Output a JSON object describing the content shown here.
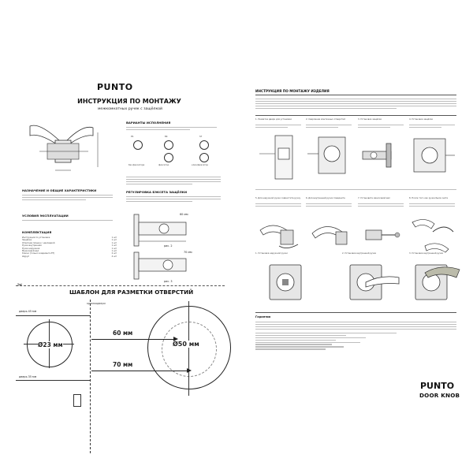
{
  "left": {
    "brand": "PUNTO",
    "title": "ИНСТРУКЦИЯ ПО МОНТАЖУ",
    "subtitle": "межкомнатных ручек с защёлкой",
    "variants_head": "ВАРИАНТЫ ИСПОЛНЕНИЯ",
    "variant_labels": [
      "PS",
      "BK",
      "ST"
    ],
    "variant_captions": [
      "без фиксатора",
      "фиксатор",
      "ключ/фиксатор"
    ],
    "purpose_head": "НАЗНАЧЕНИЕ И ОБЩИЕ ХАРАКТЕРИСТИКИ",
    "usage_head": "УСЛОВИЯ ЭКСПЛУАТАЦИИ",
    "kit_head": "КОМПЛЕКТАЦИЯ",
    "kit_items": [
      {
        "name": "Инструкция по установке",
        "qty": "1 шт"
      },
      {
        "name": "Защёлка",
        "qty": "1 шт"
      },
      {
        "name": "Ответная планка с накладкой",
        "qty": "1 шт"
      },
      {
        "name": "Ручка внутренняя",
        "qty": "1 шт"
      },
      {
        "name": "Ручка наружная",
        "qty": "1 шт"
      },
      {
        "name": "Межосевой вал",
        "qty": "1 шт"
      },
      {
        "name": "Ключи (только в варианте ET)",
        "qty": "2 шт"
      },
      {
        "name": "Шуруп",
        "qty": "4 шт"
      }
    ],
    "latch_head": "РЕГУЛИРОВКА БЭКСЕТА ЗАЩЁЛКИ",
    "dim_60": "60 мм",
    "dim_70": "70 мм",
    "fig2": "рис. 2",
    "fig3": "рис. 3",
    "template_title": "ШАБЛОН ДЛЯ РАЗМЕТКИ ОТВЕРСТИЙ",
    "edge_label": "кромкадвери",
    "door45": "дверь 45 мм",
    "door35": "дверь 35 мм",
    "d23": "Ø23 мм",
    "d50": "Ø50 мм",
    "t60": "60 мм",
    "t70": "70 мм"
  },
  "right": {
    "header": "ИНСТРУКЦИЯ ПО МОНТАЖУ ИЗДЕЛИЯ",
    "steps_top": [
      "1. Разметка двери для установки",
      "2. Сверление монтажных отверстий",
      "3. Установка защёлки",
      "4. Установка защёлки"
    ],
    "steps_mid": [
      "5. Для наружной ручки совместите ручку",
      "6. Для внутренней ручки поверните",
      "7. Установите межосевой вал",
      "8. После того как ручка была снята"
    ],
    "steps_bottom": [
      "1. Установка наружной ручки",
      "2. Установка внутренней ручки",
      "3. Установка внутренней ручки"
    ],
    "warranty_head": "Гарантия",
    "brand": "PUNTO",
    "product": "DOOR KNOB"
  }
}
